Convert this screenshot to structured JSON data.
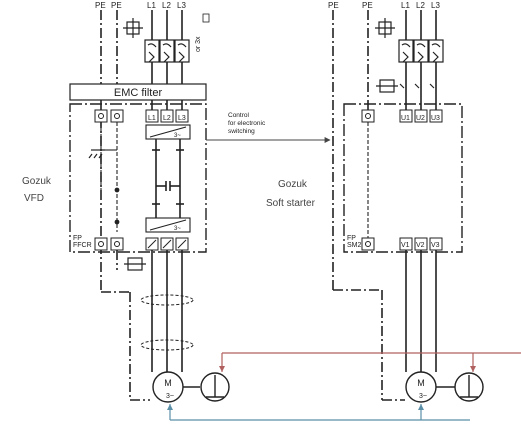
{
  "left_unit": {
    "name_line1": "Gozuk",
    "name_line2": "VFD",
    "filter_label": "EMC filter",
    "terminals_top": [
      "L1",
      "L2",
      "L3"
    ],
    "fp_label": "FP",
    "ffcr_label": "FFCR",
    "pe_labels": [
      "PE",
      "PE"
    ],
    "line_labels": [
      "L1",
      "L2",
      "L3"
    ],
    "fuse_alt_label": "or 3x",
    "motor_label": "M",
    "motor_sub": "3~",
    "inverter_mark": "3~"
  },
  "right_unit": {
    "name_line1": "Gozuk",
    "name_line2": "Soft starter",
    "terminals_top": [
      "U1",
      "U2",
      "U3"
    ],
    "terminals_bottom": [
      "V1",
      "V2",
      "V3"
    ],
    "fp_label": "FP",
    "sm_label": "SM2",
    "pe_labels": [
      "PE",
      "PE"
    ],
    "line_labels": [
      "L1",
      "L2",
      "L3"
    ],
    "motor_label": "M",
    "motor_sub": "3~"
  },
  "control_note": {
    "line1": "Control",
    "line2": "for electronic",
    "line3": "switching"
  },
  "colors": {
    "line": "#222222",
    "red_bus": "#b0605f",
    "blue_bus": "#5b8fa8"
  }
}
